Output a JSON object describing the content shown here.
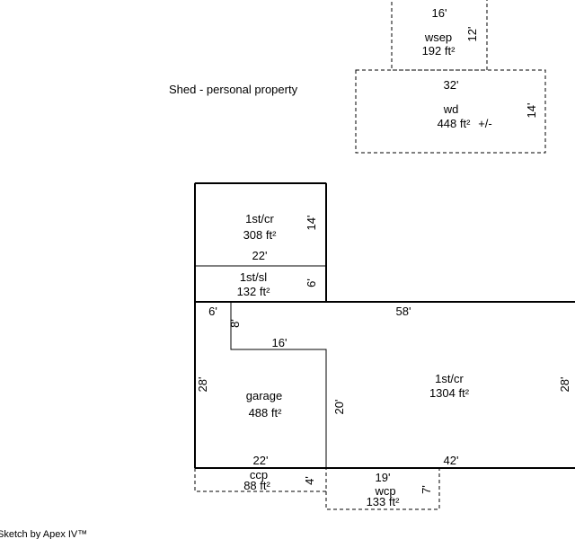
{
  "shed_note": "Shed - personal property",
  "footer": "Sketch by Apex IV™",
  "areas": {
    "wsep": {
      "name": "wsep",
      "area": "192 ft²",
      "width": "16'",
      "depth": "12'"
    },
    "wd": {
      "name": "wd",
      "area": "448 ft²",
      "approx": "+/-",
      "width": "32'",
      "depth": "14'"
    },
    "first_cr_top": {
      "name": "1st/cr",
      "area": "308 ft²",
      "width": "22'",
      "depth": "14'"
    },
    "first_sl": {
      "name": "1st/sl",
      "area": "132 ft²",
      "depth": "6'"
    },
    "garage": {
      "name": "garage",
      "area": "488 ft²",
      "width": "22'",
      "depth": "28'",
      "jog_w": "6'",
      "jog_h": "8'",
      "inner_w": "16'"
    },
    "first_cr_main": {
      "name": "1st/cr",
      "area": "1304 ft²",
      "width_top": "58'",
      "width_bottom": "42'",
      "depth": "28'",
      "inner_depth": "20'"
    },
    "ccp": {
      "name": "ccp",
      "area": "88 ft²",
      "depth": "4'"
    },
    "wcp": {
      "name": "wcp",
      "area": "133 ft²",
      "width": "19'",
      "depth": "7'"
    }
  }
}
